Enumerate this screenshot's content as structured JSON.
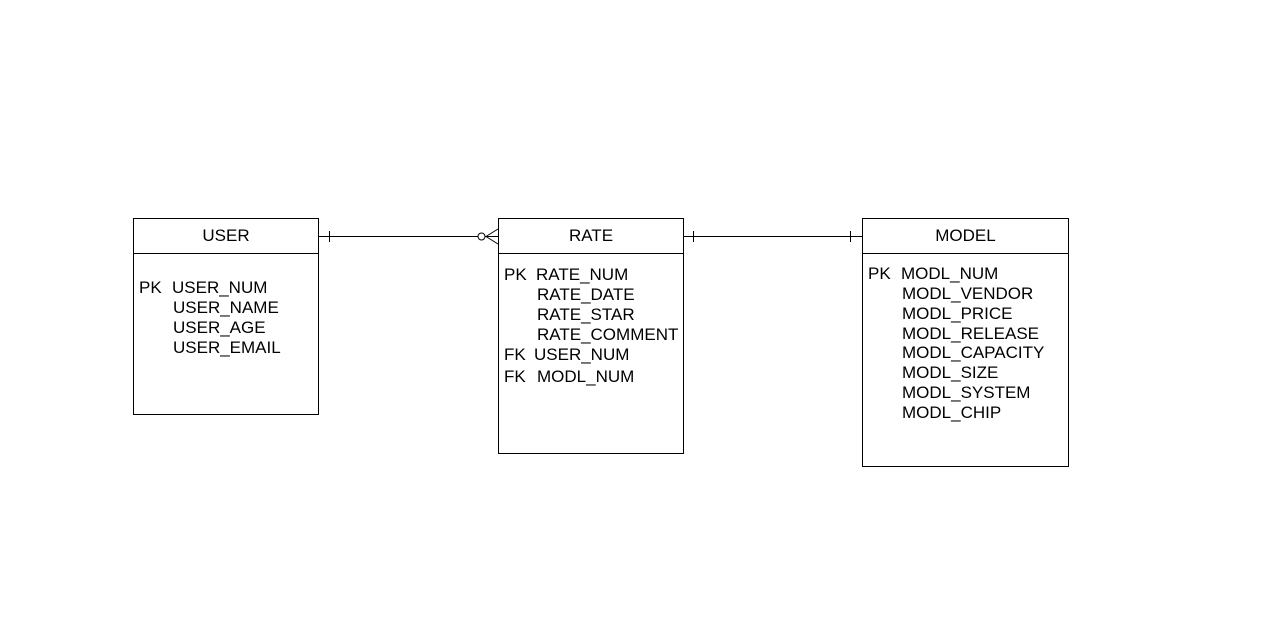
{
  "entities": {
    "user": {
      "name": "USER",
      "fields": [
        {
          "key": "PK",
          "name": "USER_NUM"
        },
        {
          "key": "",
          "name": "USER_NAME"
        },
        {
          "key": "",
          "name": "USER_AGE"
        },
        {
          "key": "",
          "name": "USER_EMAIL"
        }
      ]
    },
    "rate": {
      "name": "RATE",
      "fields": [
        {
          "key": "PK",
          "name": "RATE_NUM"
        },
        {
          "key": "",
          "name": "RATE_DATE"
        },
        {
          "key": "",
          "name": "RATE_STAR"
        },
        {
          "key": "",
          "name": "RATE_COMMENT"
        },
        {
          "key": "FK",
          "name": "USER_NUM"
        },
        {
          "key": "FK",
          "name": "MODL_NUM"
        }
      ]
    },
    "model": {
      "name": "MODEL",
      "fields": [
        {
          "key": "PK",
          "name": "MODL_NUM"
        },
        {
          "key": "",
          "name": "MODL_VENDOR"
        },
        {
          "key": "",
          "name": "MODL_PRICE"
        },
        {
          "key": "",
          "name": "MODL_RELEASE"
        },
        {
          "key": "",
          "name": "MODL_CAPACITY"
        },
        {
          "key": "",
          "name": "MODL_SIZE"
        },
        {
          "key": "",
          "name": "MODL_SYSTEM"
        },
        {
          "key": "",
          "name": "MODL_CHIP"
        }
      ]
    }
  },
  "relationships": [
    {
      "from": "USER",
      "to": "RATE",
      "from_cardinality": "exactly-one",
      "to_cardinality": "zero-or-many"
    },
    {
      "from": "RATE",
      "to": "MODEL",
      "from_cardinality": "exactly-one",
      "to_cardinality": "exactly-one"
    }
  ],
  "colors": {
    "line": "#000000",
    "background": "#ffffff"
  }
}
